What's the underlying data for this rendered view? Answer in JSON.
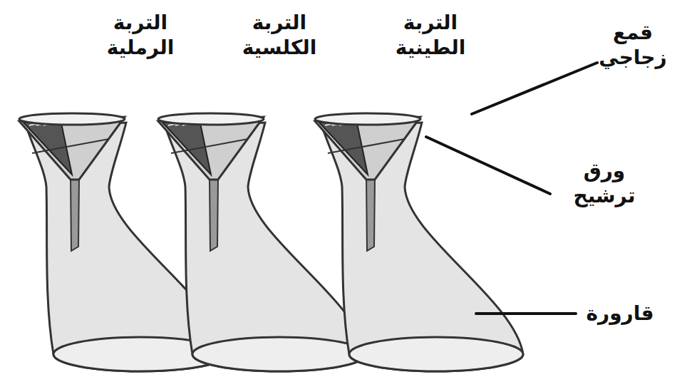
{
  "diagram": {
    "labels": [
      "التربة الرملية",
      "التربة الكلسية",
      "التربة الطينية",
      "قمع زجاجي",
      "ورق ترشيح",
      "قارورة"
    ]
  }
}
